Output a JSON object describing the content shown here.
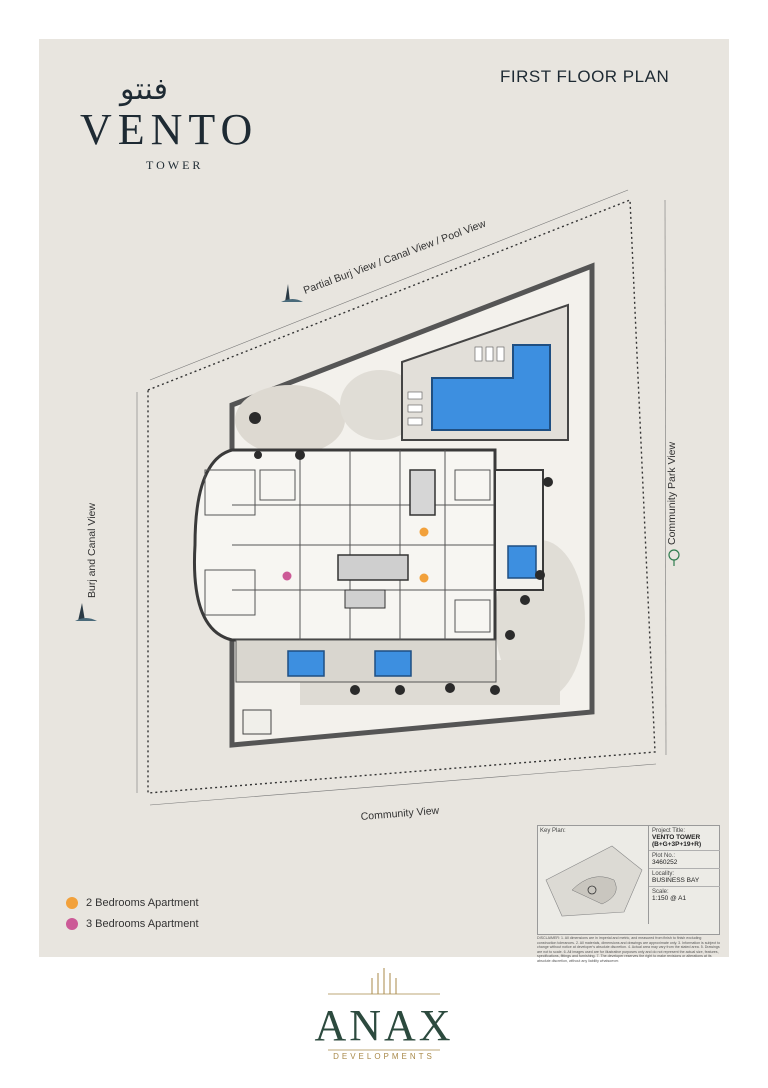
{
  "brand": {
    "arabic_name": "فنتو",
    "name": "VENTO",
    "subtitle": "TOWER"
  },
  "plan_title": "FIRST FLOOR PLAN",
  "views": {
    "north": "Partial Burj View / Canal View / Pool View",
    "east": "Community Park View",
    "west": "Burj and Canal View",
    "south": "Community View"
  },
  "legend": [
    {
      "label": "2 Bedrooms Apartment",
      "color": "#f2a13b"
    },
    {
      "label": "3 Bedrooms Apartment",
      "color": "#cc5a97"
    }
  ],
  "title_block": {
    "key_plan_label": "Key Plan:",
    "project_title_label": "Project Title:",
    "project_title": "VENTO TOWER",
    "project_levels": "(B+G+3P+19+R)",
    "plot_no_label": "Plot No.:",
    "plot_no": "3460252",
    "locality_label": "Locality:",
    "locality": "BUSINESS BAY",
    "scale_label": "Scale:",
    "scale": "1:150 @ A1"
  },
  "disclaimer": "DISCLAIMER: 1. All dimensions are in imperial and metric, and measured from finish to finish excluding construction tolerances. 2. All materials, dimensions and drawings are approximate only. 3. Information is subject to change without notice at developer's absolute discretion. 4. Actual area may vary from the stated area. 5. Drawings are not to scale. 6. All images used are for illustrative purposes only and do not represent the actual size, features, specifications, fittings and furnishing. 7. The developer reserves the right to make revisions or alterations at its absolute discretion, without any liability whatsoever.",
  "developer": {
    "name": "ANAX",
    "sub": "DEVELOPMENTS"
  }
}
